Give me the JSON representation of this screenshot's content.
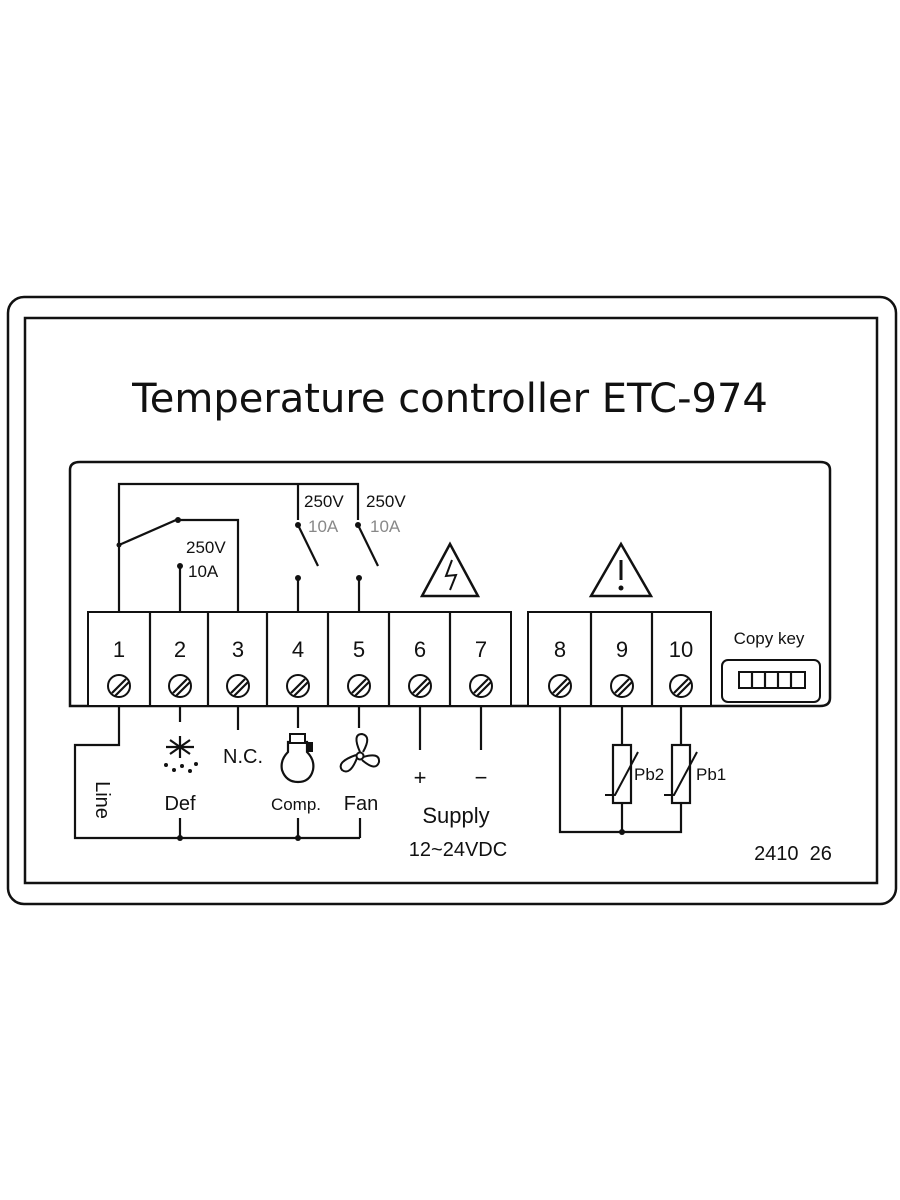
{
  "title": "Temperature controller ETC-974",
  "terminals": [
    "1",
    "2",
    "3",
    "4",
    "5",
    "6",
    "7",
    "8",
    "9",
    "10"
  ],
  "relays": {
    "def": {
      "voltage": "250V",
      "current": "10A"
    },
    "comp": {
      "voltage": "250V",
      "current": "10A"
    },
    "fan": {
      "voltage": "250V",
      "current": "10A"
    }
  },
  "labels": {
    "line": "Line",
    "def": "Def",
    "nc": "N.C.",
    "comp": "Comp.",
    "fan": "Fan",
    "plus": "+",
    "minus": "−",
    "supply": "Supply",
    "supply_range": "12~24VDC",
    "pb2": "Pb2",
    "pb1": "Pb1",
    "copy_key": "Copy key",
    "code": "2410  26"
  },
  "colors": {
    "ink": "#111111",
    "faded": "#888888",
    "background": "#ffffff"
  }
}
